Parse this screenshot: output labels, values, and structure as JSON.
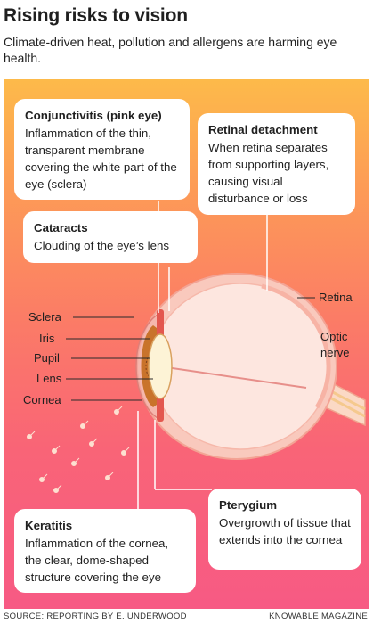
{
  "title": "Rising risks to vision",
  "subtitle": "Climate-driven heat, pollution and allergens are harming eye health.",
  "callouts": {
    "conjunctivitis": {
      "heading": "Conjunctivitis (pink eye)",
      "text": "Inflammation of the thin, transparent membrane covering the white part of the eye (sclera)"
    },
    "retinal_detachment": {
      "heading": "Retinal detachment",
      "text": "When retina separates from supporting layers, causing visual disturbance or loss"
    },
    "cataracts": {
      "heading": "Cataracts",
      "text": "Clouding of the eye’s lens"
    },
    "keratitis": {
      "heading": "Keratitis",
      "text": "Inflammation of the cornea, the clear, dome-shaped structure covering the eye"
    },
    "pterygium": {
      "heading": "Pterygium",
      "text": "Overgrowth of tissue that extends into the cornea"
    }
  },
  "anatomy_labels": {
    "sclera": "Sclera",
    "iris": "Iris",
    "pupil": "Pupil",
    "lens": "Lens",
    "cornea": "Cornea",
    "retina": "Retina",
    "optic_nerve": "Optic nerve"
  },
  "footer": {
    "source": "SOURCE: REPORTING BY E. UNDERWOOD",
    "credit": "KNOWABLE MAGAZINE"
  },
  "colors": {
    "gradient_top": "#fdba4a",
    "gradient_bottom": "#f75a84",
    "eye_white": "#fde6df",
    "lens": "#fdf3d6",
    "iris": "#c9732b"
  }
}
